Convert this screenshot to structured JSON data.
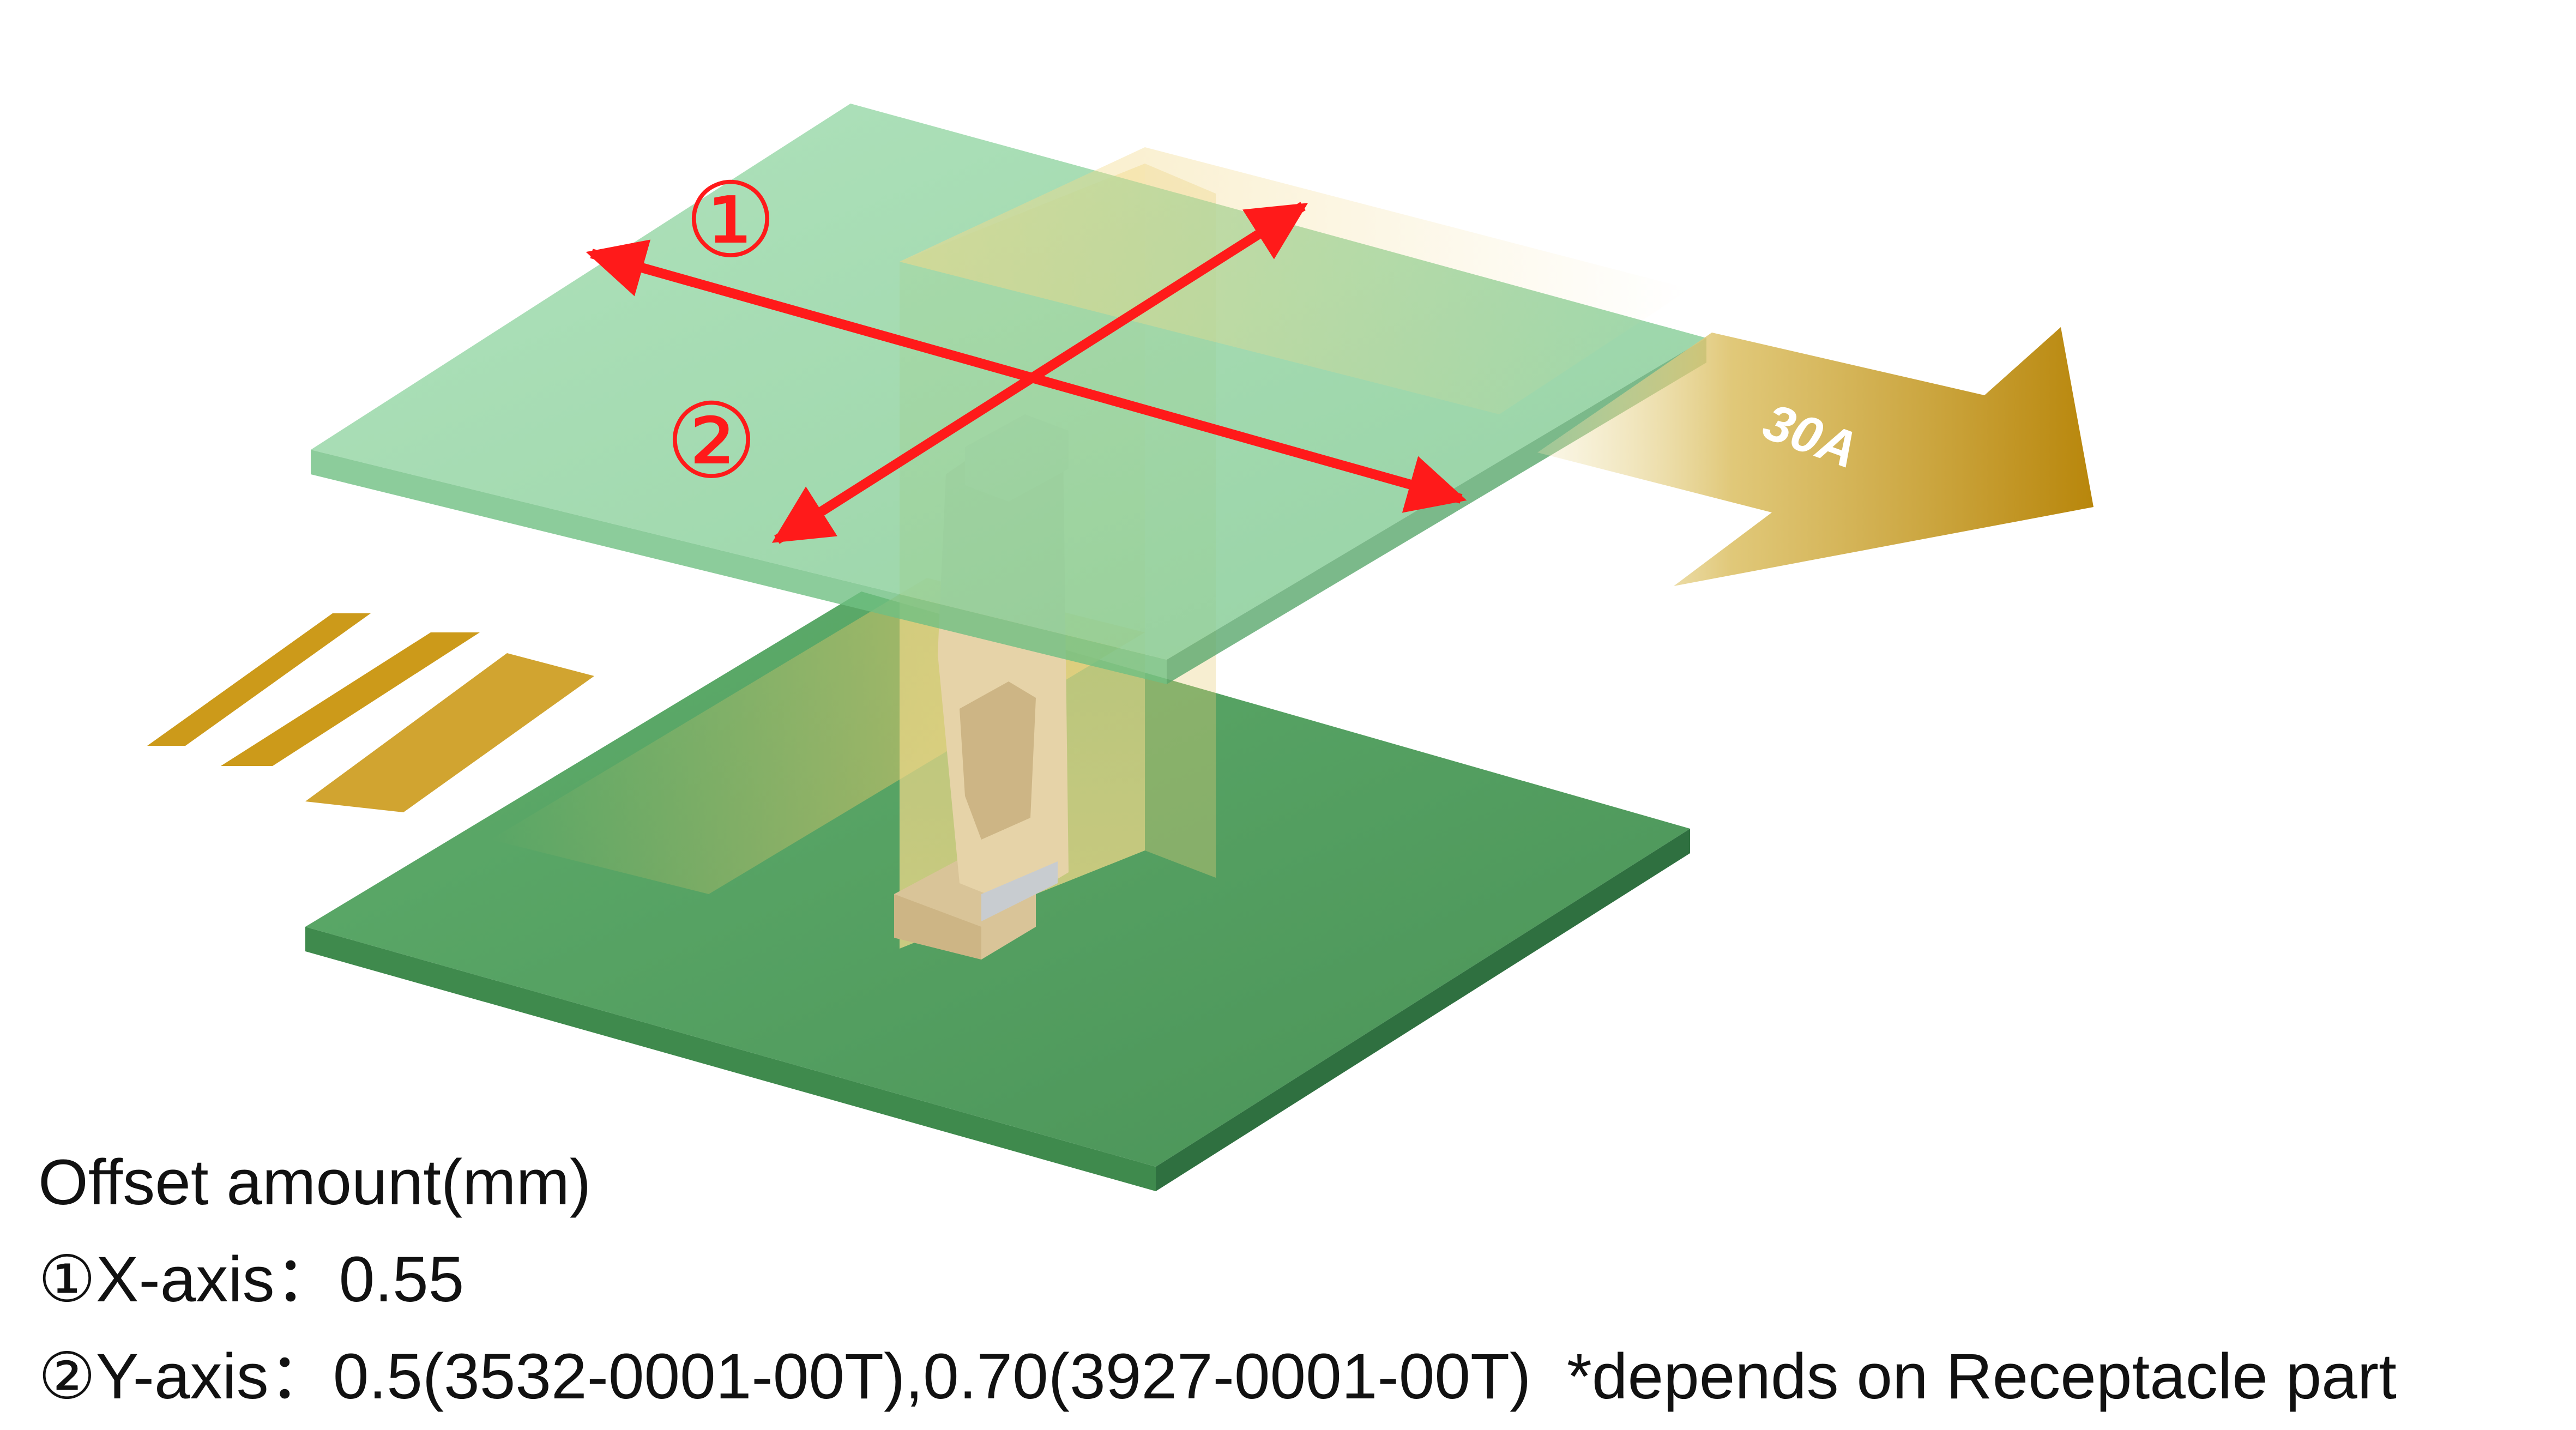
{
  "diagram": {
    "arrow_labels": {
      "x_axis_marker": "①",
      "y_axis_marker": "②"
    },
    "current_label": "30A",
    "colors": {
      "offset_arrow": "#ff1a1a",
      "upper_board": "#8fd3a0",
      "lower_board": "#4f9a5c",
      "current_arrow": "#c9a227",
      "connector": "#e6d3a8",
      "stripes": "#cc9a1a"
    }
  },
  "offset_info": {
    "heading": "Offset amount(mm)",
    "x_axis": "①X-axis：0.55",
    "y_axis_main": "②Y-axis：0.5(3532-0001-00T),0.70(3927-0001-00T)",
    "y_axis_note": "*depends on Receptacle part"
  }
}
